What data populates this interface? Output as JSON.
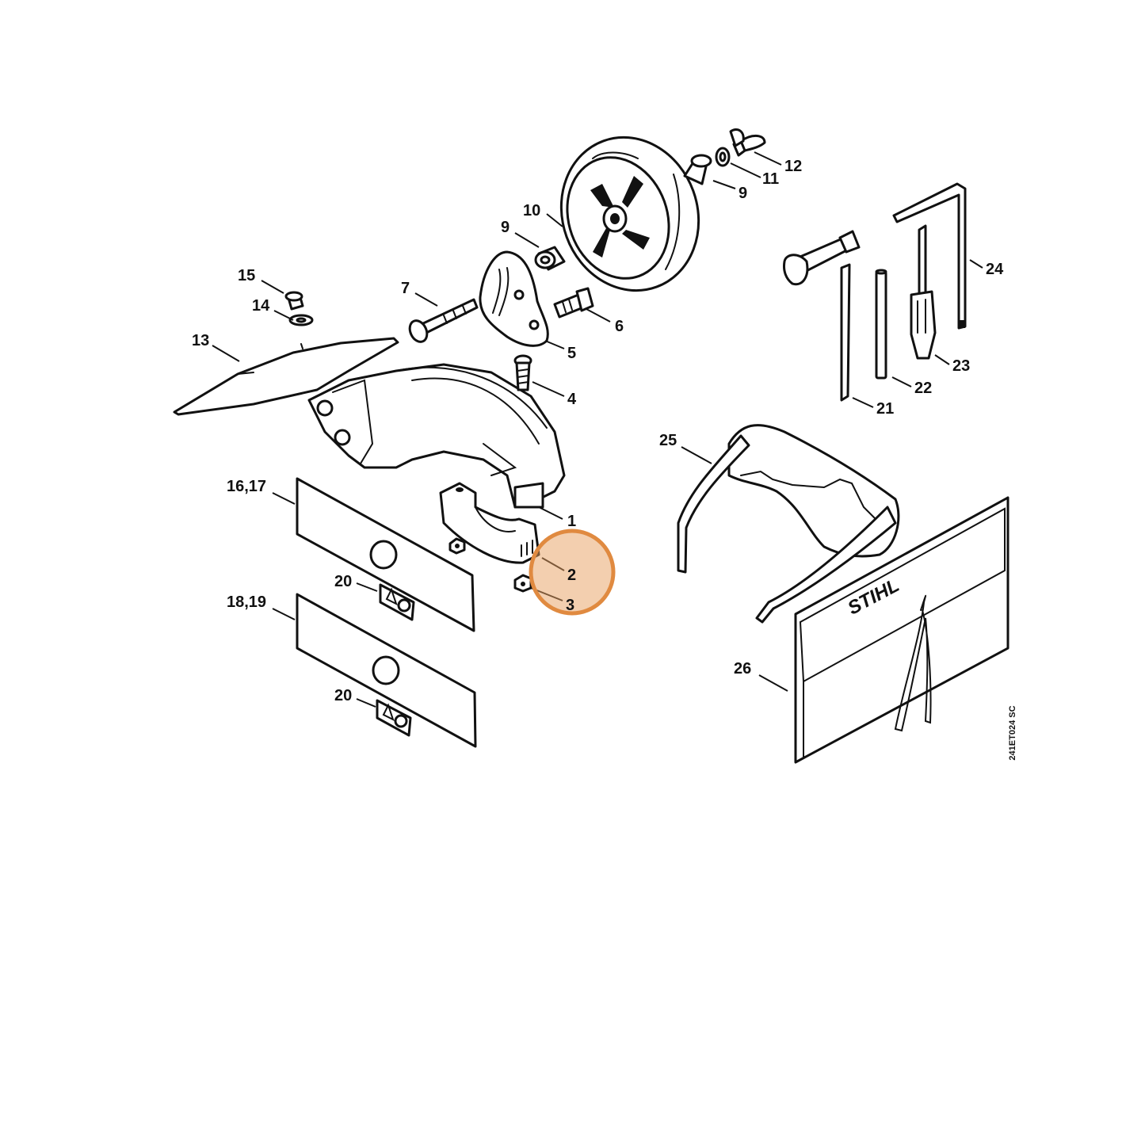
{
  "diagram": {
    "drawing_code": "241ET024 SC",
    "brand": "STIHL",
    "highlight_color": "#e8a060",
    "callouts": [
      {
        "id": "c1",
        "label": "1"
      },
      {
        "id": "c2",
        "label": "2"
      },
      {
        "id": "c3",
        "label": "3"
      },
      {
        "id": "c4",
        "label": "4"
      },
      {
        "id": "c5",
        "label": "5"
      },
      {
        "id": "c6",
        "label": "6"
      },
      {
        "id": "c7",
        "label": "7"
      },
      {
        "id": "c9a",
        "label": "9"
      },
      {
        "id": "c9b",
        "label": "9"
      },
      {
        "id": "c10",
        "label": "10"
      },
      {
        "id": "c11",
        "label": "11"
      },
      {
        "id": "c12",
        "label": "12"
      },
      {
        "id": "c13",
        "label": "13"
      },
      {
        "id": "c14",
        "label": "14"
      },
      {
        "id": "c15",
        "label": "15"
      },
      {
        "id": "c1617",
        "label": "16,17"
      },
      {
        "id": "c1819",
        "label": "18,19"
      },
      {
        "id": "c20a",
        "label": "20"
      },
      {
        "id": "c20b",
        "label": "20"
      },
      {
        "id": "c21",
        "label": "21"
      },
      {
        "id": "c22",
        "label": "22"
      },
      {
        "id": "c23",
        "label": "23"
      },
      {
        "id": "c24",
        "label": "24"
      },
      {
        "id": "c25",
        "label": "25"
      },
      {
        "id": "c26",
        "label": "26"
      }
    ]
  }
}
